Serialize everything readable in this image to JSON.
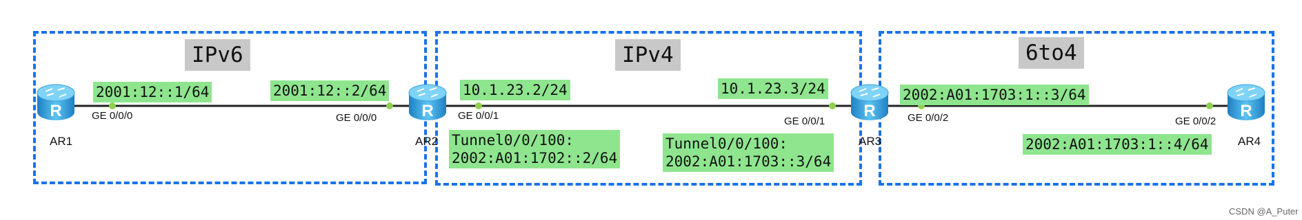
{
  "zones": [
    {
      "title": "IPv6"
    },
    {
      "title": "IPv4"
    },
    {
      "title": "6to4"
    }
  ],
  "routers": [
    {
      "name": "AR1"
    },
    {
      "name": "AR2"
    },
    {
      "name": "AR3"
    },
    {
      "name": "AR4"
    }
  ],
  "ports": [
    {
      "label": "GE 0/0/0"
    },
    {
      "label": "GE 0/0/0"
    },
    {
      "label": "GE 0/0/1"
    },
    {
      "label": "GE 0/0/1"
    },
    {
      "label": "GE 0/0/2"
    },
    {
      "label": "GE 0/0/2"
    }
  ],
  "addresses": {
    "ar1_ipv6": "2001:12::1/64",
    "ar2_ipv6": "2001:12::2/64",
    "ar2_ipv4": "10.1.23.2/24",
    "ar3_ipv4": "10.1.23.3/24",
    "ar2_tunnel": "Tunnel0/0/100:\n2002:A01:1702::2/64",
    "ar3_tunnel": "Tunnel0/0/100:\n2002:A01:1703::3/64",
    "ar3_6to4": "2002:A01:1703:1::3/64",
    "ar4_6to4": "2002:A01:1703:1::4/64"
  },
  "colors": {
    "zone_border": "#1a73e8",
    "address_bg": "#8ee58e",
    "title_bg": "#c8c8c8",
    "port_dot": "#8fd14f",
    "router_blue": "#2f9bd9"
  },
  "icons": [
    "router-icon"
  ],
  "watermark": "CSDN @A_Puter"
}
